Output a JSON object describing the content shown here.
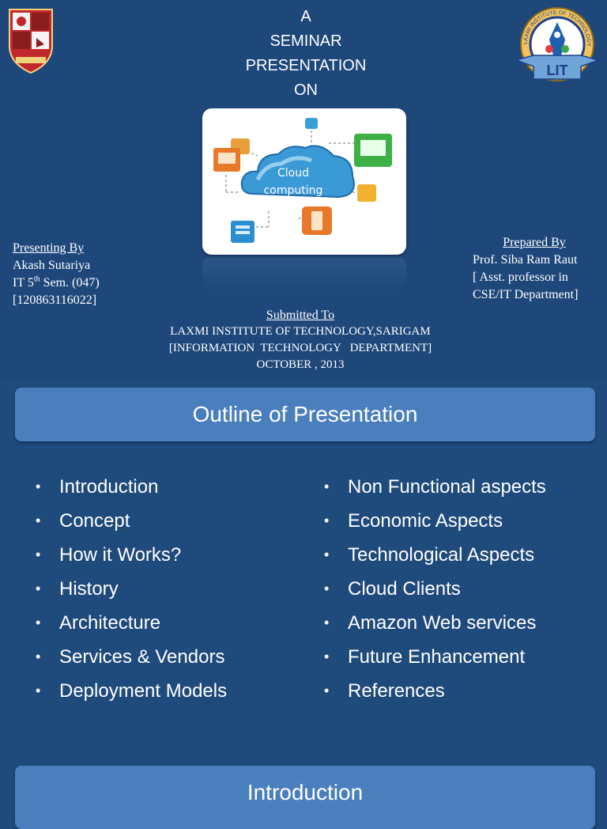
{
  "slide1": {
    "title_lines": [
      "A",
      "SEMINAR",
      "PRESENTATION",
      "ON"
    ],
    "hero_image": {
      "cloud_text_line1": "Cloud",
      "cloud_text_line2": "computing"
    },
    "presenting": {
      "heading": "Presenting By",
      "name": "Akash Sutariya",
      "class_prefix": "IT 5",
      "class_sup": "th",
      "class_suffix": " Sem. (047)",
      "enrollment": "[120863116022]"
    },
    "prepared": {
      "heading": "Prepared By",
      "name": "Prof. Siba Ram Raut",
      "role": "[ Asst. professor in",
      "dept": "CSE/IT Department]"
    },
    "submitted": {
      "heading": "Submitted To",
      "institute": "LAXMI INSTITUTE OF TECHNOLOGY,SARIGAM",
      "department": "[INFORMATION  TECHNOLOGY   DEPARTMENT]",
      "date": "OCTOBER , 2013"
    },
    "right_logo": {
      "ring_text": "LAXMI INSTITUTE OF TECHNOLOGY, SARIGAM",
      "ribbon_text": "LIT"
    }
  },
  "slide2": {
    "title": "Outline of Presentation",
    "left_items": [
      "Introduction",
      "Concept",
      "How it Works?",
      "History",
      "Architecture",
      "Services & Vendors",
      "Deployment Models"
    ],
    "right_items": [
      "Non Functional aspects",
      "Economic Aspects",
      "Technological Aspects",
      "Cloud Clients",
      "Amazon Web services",
      "Future Enhancement",
      "References"
    ],
    "bullet": "•"
  },
  "slide3": {
    "title": "Introduction"
  },
  "colors": {
    "background": "#1e477a",
    "banner": "#4a7fbd",
    "text": "#ffffff"
  }
}
